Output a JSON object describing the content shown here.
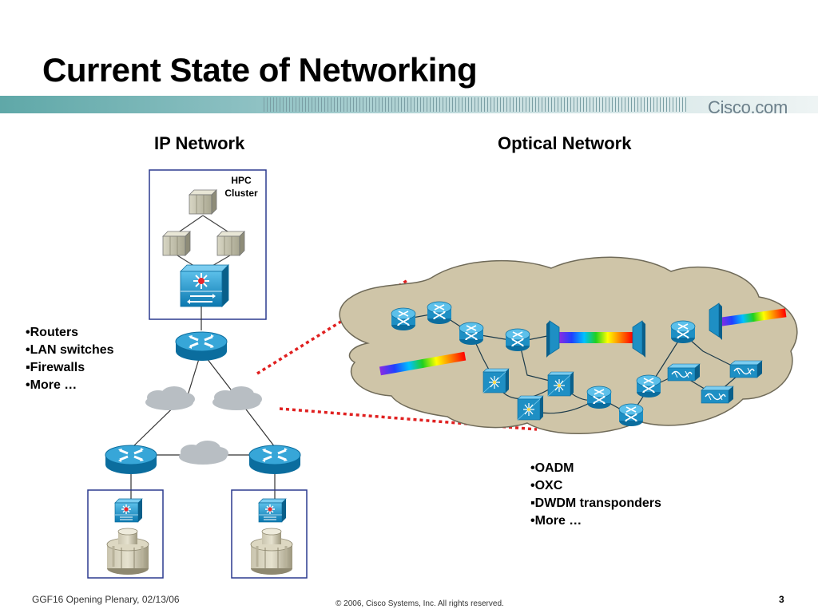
{
  "slide": {
    "title": "Current State of Networking",
    "brand": "Cisco.com"
  },
  "headings": {
    "ip": "IP Network",
    "optical": "Optical Network"
  },
  "hpc": {
    "line1": "HPC",
    "line2": "Cluster"
  },
  "ip_list": [
    "Routers",
    "LAN switches",
    "Firewalls",
    "More …"
  ],
  "ip_list_markers": [
    "•",
    "•",
    "▪",
    "•"
  ],
  "optical_list": [
    "OADM",
    "OXC",
    "DWDM transponders",
    "More …"
  ],
  "optical_list_markers": [
    "•",
    "•",
    "▪",
    "•"
  ],
  "footer": {
    "left": "GGF16 Opening Plenary, 02/13/06",
    "center": "© 2006, Cisco Systems, Inc. All rights reserved.",
    "page": "3"
  },
  "colors": {
    "device_blue": "#1e8fc4",
    "cloud_gray": "#b8bec3",
    "optical_cloud": "#cfc5a8",
    "dotted_red": "#e02020",
    "box_border": "#2b3a8f"
  },
  "icons": {
    "server": "server-icon",
    "multilayer_switch": "multilayer-switch-icon",
    "router": "router-icon",
    "storage": "storage-icon",
    "oadm": "oadm-icon",
    "oxc": "oxc-icon",
    "transponder": "dwdm-transponder-icon"
  }
}
